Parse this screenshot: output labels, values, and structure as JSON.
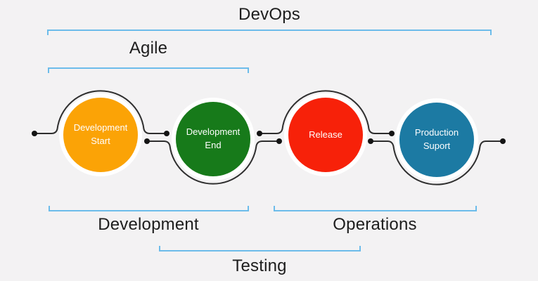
{
  "diagram": {
    "title": "DevOps",
    "brackets": [
      {
        "id": "devops",
        "label": "DevOps",
        "side": "top"
      },
      {
        "id": "agile",
        "label": "Agile",
        "side": "top"
      },
      {
        "id": "development",
        "label": "Development",
        "side": "bottom"
      },
      {
        "id": "operations",
        "label": "Operations",
        "side": "bottom"
      },
      {
        "id": "testing",
        "label": "Testing",
        "side": "bottom"
      }
    ],
    "nodes": [
      {
        "id": "development-start",
        "label": "Development Start",
        "color": "#fba306"
      },
      {
        "id": "development-end",
        "label": "Development End",
        "color": "#177a1a"
      },
      {
        "id": "release",
        "label": "Release",
        "color": "#f72109"
      },
      {
        "id": "production-suport",
        "label": "Production Suport",
        "color": "#1c7aa3"
      }
    ],
    "colors": {
      "bracket": "#6cbcea",
      "connector": "#2e2e2e",
      "dot": "#141414",
      "heading_text": "#1d1d1d",
      "node_ring": "#ffffff",
      "node_text": "#ffffff",
      "background": "#f3f2f3"
    }
  }
}
